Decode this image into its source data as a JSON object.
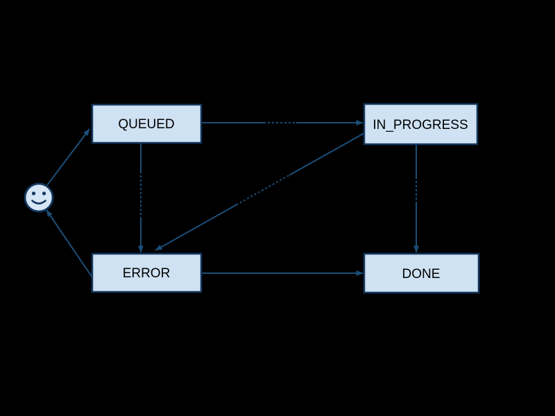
{
  "diagram": {
    "type": "state-machine",
    "background_color": "#000000",
    "node_fill_color": "#cfe2f3",
    "node_border_color": "#14375e",
    "edge_color": "#1c4e79",
    "node_text_color": "#000000",
    "nodes": [
      {
        "id": "queued",
        "label": "QUEUED"
      },
      {
        "id": "in_progress",
        "label": "IN_PROGRESS"
      },
      {
        "id": "error",
        "label": "ERROR"
      },
      {
        "id": "done",
        "label": "DONE"
      },
      {
        "id": "start",
        "label": "",
        "icon": "smiley-face-icon"
      }
    ],
    "edges": [
      {
        "from": "start",
        "to": "queued",
        "label": ""
      },
      {
        "from": "queued",
        "to": "in_progress",
        "label": "",
        "label_obscured": true
      },
      {
        "from": "queued",
        "to": "error",
        "label": "",
        "label_obscured": true
      },
      {
        "from": "in_progress",
        "to": "error",
        "label": "",
        "label_obscured": true
      },
      {
        "from": "in_progress",
        "to": "done",
        "label": "",
        "label_obscured": true
      },
      {
        "from": "error",
        "to": "done",
        "label": ""
      },
      {
        "from": "error",
        "to": "start",
        "label": ""
      }
    ]
  }
}
